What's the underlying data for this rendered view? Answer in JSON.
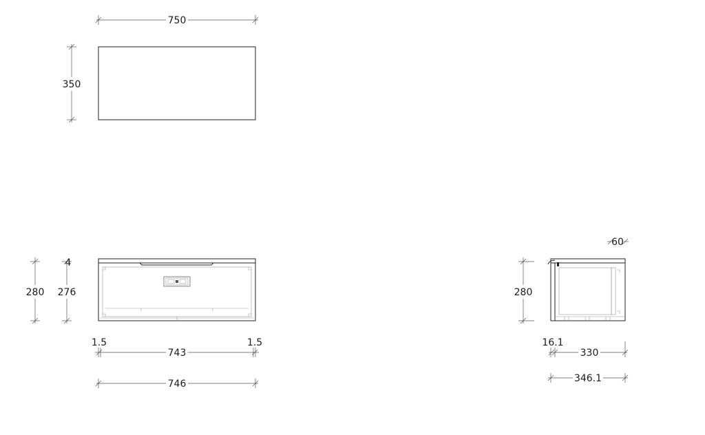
{
  "colors": {
    "line": "#222222",
    "background": "#ffffff",
    "text": "#1a1a1a"
  },
  "top_view": {
    "width": "750",
    "depth": "350"
  },
  "front_view": {
    "height_total": "280",
    "height_drawer": "276",
    "top_offset": "4",
    "side_gap_left": "1.5",
    "side_gap_right": "1.5",
    "front_width": "743",
    "overall_width": "746"
  },
  "side_view": {
    "top_overhang": "60",
    "height": "280",
    "front_thickness": "16.1",
    "body_depth": "330",
    "overall_depth": "346.1"
  }
}
